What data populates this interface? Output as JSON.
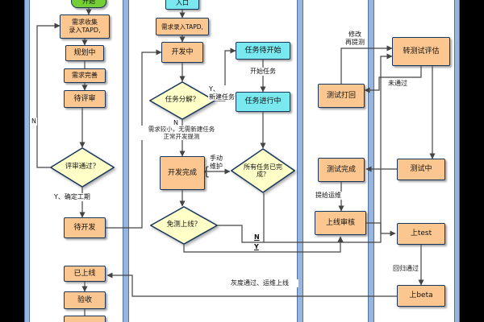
{
  "colors": {
    "box_fill": "#fbc68f",
    "box_border": "#17365d",
    "cyan_fill": "#79e9ef",
    "diamond_fill": "#ffffc8",
    "start_fill": "#74cf35",
    "lane_band": "#9ab5dc",
    "arrow": "#444444",
    "side_bars": "#000000"
  },
  "lane1": {
    "start": "开始",
    "collect": "需求收集\n录入TAPD,",
    "planning": "规划中",
    "refine": "需求完善",
    "pending_review": "待评审",
    "review_q": "评审通过？",
    "n": "N",
    "y_schedule": "Y、确定工期",
    "pending_dev": "待开发",
    "online": "已上线",
    "acceptance": "验收"
  },
  "lane2": {
    "entry": "入口",
    "input": "需求录入TAPD,",
    "developing": "开发中",
    "split_q": "任务分解？",
    "y_new_task": "Y、\n新建任务",
    "n": "N",
    "note": "需求较小，无需新建任务\n正常开发提测",
    "dev_done": "开发完成",
    "brace": "{",
    "manual": "手动\n维护",
    "skip_test_q": "免测上线？",
    "n2": "N",
    "y2": "Y"
  },
  "lane3": {
    "task_waiting": "任务待开始",
    "start_task": "开始任务",
    "task_doing": "任务进行中",
    "all_done_q": "所有任务已完\n成？"
  },
  "lane4": {
    "modify_resubmit": "修改\n再提测",
    "test_reject": "测试打回",
    "test_done": "测试完成",
    "submit_ops": "提给运维",
    "release_review": "上线审核"
  },
  "lane5": {
    "test_eval": "转测试评估",
    "fail": "未通过",
    "testing": "测试中",
    "on_test": "上test",
    "regression_pass": "回归通过",
    "on_beta": "上beta"
  },
  "footer": {
    "gray_release": "灰度通过、运维上线"
  }
}
